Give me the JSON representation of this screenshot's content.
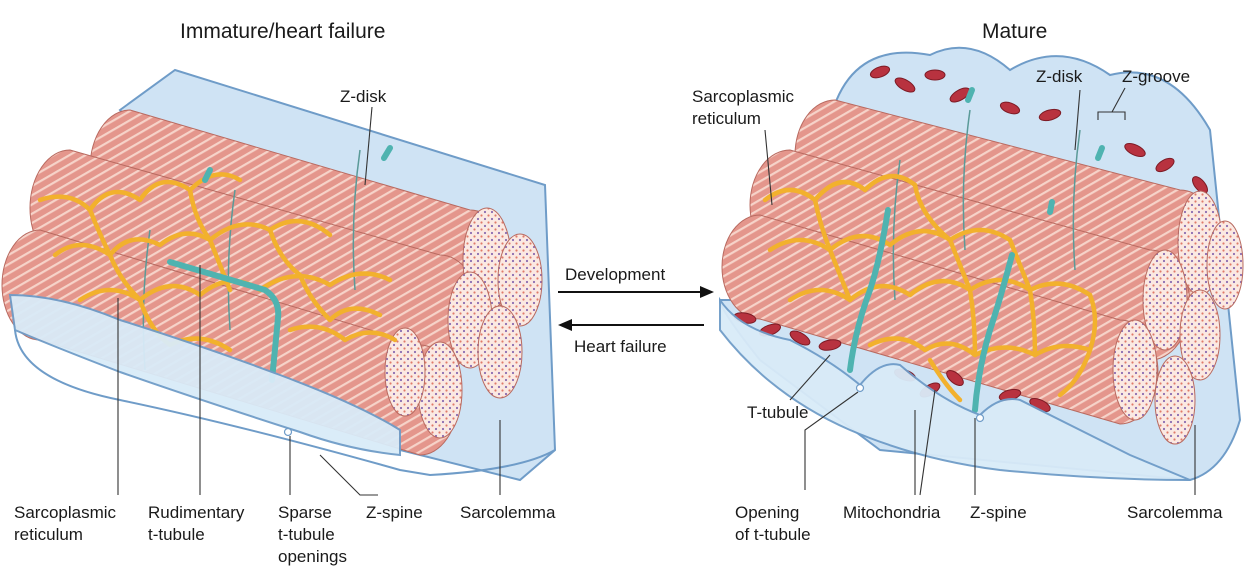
{
  "titles": {
    "left": "Immature/heart failure",
    "right": "Mature"
  },
  "arrows": {
    "forward": "Development",
    "backward": "Heart failure"
  },
  "left_labels": {
    "z_disk": "Z-disk",
    "sr_line1": "Sarcoplasmic",
    "sr_line2": "reticulum",
    "rt_line1": "Rudimentary",
    "rt_line2": "t-tubule",
    "sp_line1": "Sparse",
    "sp_line2": "t-tubule",
    "sp_line3": "openings",
    "z_spine": "Z-spine",
    "sarcolemma": "Sarcolemma"
  },
  "right_labels": {
    "sr_line1": "Sarcoplasmic",
    "sr_line2": "reticulum",
    "z_disk": "Z-disk",
    "z_groove": "Z-groove",
    "t_tubule": "T-tubule",
    "open_line1": "Opening",
    "open_line2": "of t-tubule",
    "mitochondria": "Mitochondria",
    "z_spine": "Z-spine",
    "sarcolemma": "Sarcolemma"
  },
  "colors": {
    "myofibril": "#e4968c",
    "myofibril_dark": "#c9776d",
    "stripe": "#f6d3c9",
    "sarcoplasmic_reticulum": "#f2b12d",
    "t_tubule": "#4fb3b0",
    "sarcolemma": "#cfe3f4",
    "sarcolemma_edge": "#6f9cc8",
    "mitochondria": "#b8323f"
  }
}
